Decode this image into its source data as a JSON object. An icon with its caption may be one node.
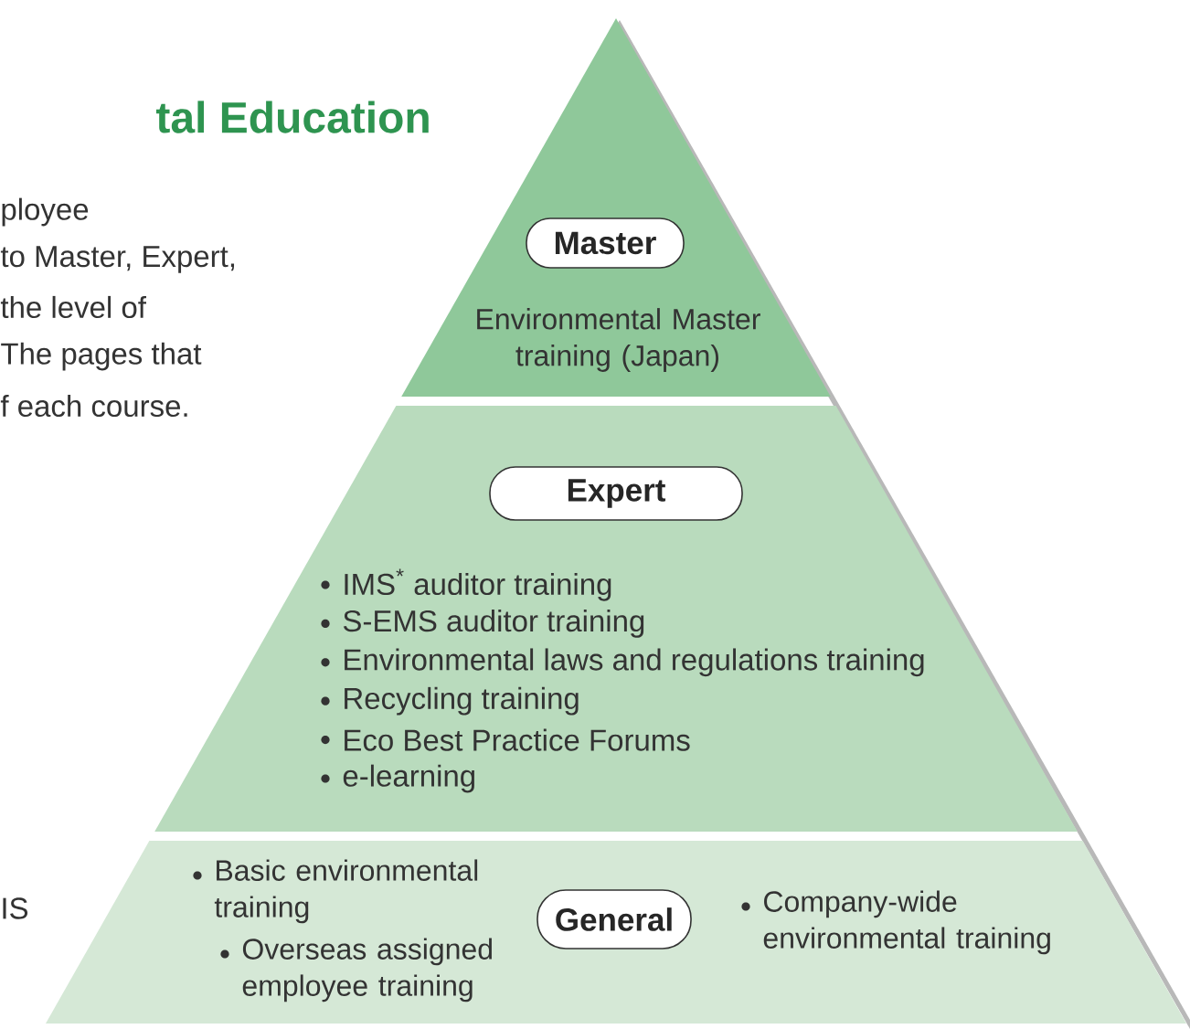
{
  "diagram": {
    "nodes": [
      {
        "text": [
          "Environmental Master training (Japan)"
        ]
      },
      {
        "text": [
          "Master"
        ],
        "in": 0
      },
      {
        "text": [
          "IMS$^{*}$ auditor training",
          "S-EMS auditor training",
          "Environmental laws and regulations training",
          "Recycling training",
          "Eco Best Practice Forums",
          "e-learning"
        ]
      },
      {
        "text": [
          "Expert"
        ],
        "in": 2
      },
      {
        "text": [
          "Basic environmental training",
          "Overseas assigned employee training",
          "Company-wide environmental training"
        ]
      },
      {
        "text": [
          "General"
        ],
        "in": 4
      }
    ],
    "labels": [
      "tal Education",
      "ployee",
      "to Master, Expert,",
      "the level of",
      "The pages that",
      "f each course.",
      "IS"
    ]
  }
}
